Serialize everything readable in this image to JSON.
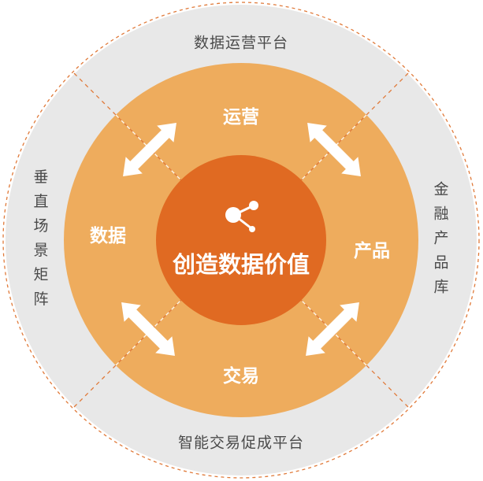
{
  "outer_ring": {
    "top": "数据运营平台",
    "bottom": "智能交易促成平台",
    "left": "垂直场景矩阵",
    "right": "金融产品库"
  },
  "middle_ring": {
    "top": "运营",
    "bottom": "交易",
    "left": "数据",
    "right": "产品"
  },
  "center": {
    "title": "创造数据价值",
    "icon": "share-nodes-icon"
  },
  "colors": {
    "outer_ring": "#e8e8e8",
    "middle_ring": "#eeac5d",
    "center": "#e06a22",
    "dashed_line": "#e07a3a",
    "arrow": "#ffffff"
  }
}
